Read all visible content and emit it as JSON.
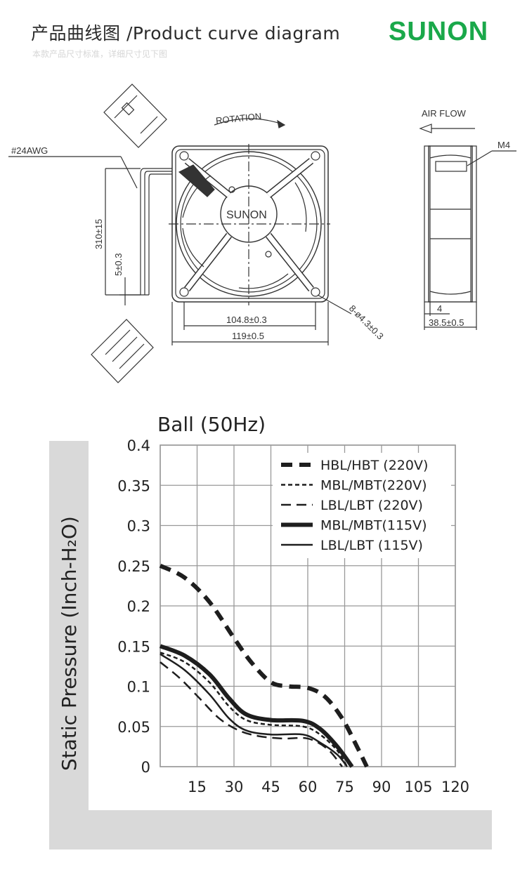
{
  "header": {
    "title": "产品曲线图 /Product curve diagram",
    "subtitle": "本款产品尺寸标准，详细尺寸见下图",
    "brand": "SUNON",
    "brand_color": "#1aa84a"
  },
  "drawing": {
    "rotation_label": "ROTATION",
    "airflow_label": "AIR FLOW",
    "wire_label": "#24AWG",
    "wire_length": "310±15",
    "strip_length": "5±0.3",
    "hole_pitch": "104.8±0.3",
    "frame_size": "119±0.5",
    "hole_spec": "8-ø4.3±0.3",
    "screw_label": "M4",
    "flange_thickness": "4",
    "depth": "38.5±0.5",
    "hub_logo": "SUNON"
  },
  "chart_data": {
    "type": "line",
    "title": "Ball (50Hz)",
    "xlabel": "",
    "ylabel": "Static Pressure (Inch-H₂O)",
    "xlim": [
      0,
      120
    ],
    "ylim": [
      0,
      0.4
    ],
    "x_ticks": [
      "15",
      "30",
      "45",
      "60",
      "75",
      "90",
      "105",
      "120"
    ],
    "y_ticks": [
      "0",
      "0.05",
      "0.1",
      "0.15",
      "0.2",
      "0.25",
      "0.3",
      "0.35",
      "0.4"
    ],
    "grid": true,
    "legend_position": "top-right",
    "series": [
      {
        "name": "HBL/HBT (220V)",
        "style": "heavy-dash",
        "points": [
          [
            0,
            0.25
          ],
          [
            10,
            0.235
          ],
          [
            20,
            0.205
          ],
          [
            30,
            0.16
          ],
          [
            37,
            0.13
          ],
          [
            45,
            0.105
          ],
          [
            52,
            0.1
          ],
          [
            60,
            0.098
          ],
          [
            67,
            0.087
          ],
          [
            74,
            0.06
          ],
          [
            80,
            0.025
          ],
          [
            84,
            0
          ]
        ]
      },
      {
        "name": "MBL/MBT(220V)",
        "style": "dotted",
        "points": [
          [
            0,
            0.142
          ],
          [
            10,
            0.13
          ],
          [
            20,
            0.105
          ],
          [
            28,
            0.075
          ],
          [
            35,
            0.058
          ],
          [
            45,
            0.052
          ],
          [
            58,
            0.05
          ],
          [
            65,
            0.04
          ],
          [
            72,
            0.02
          ],
          [
            76,
            0
          ]
        ]
      },
      {
        "name": "LBL/LBT  (220V)",
        "style": "dash",
        "points": [
          [
            0,
            0.13
          ],
          [
            8,
            0.11
          ],
          [
            16,
            0.085
          ],
          [
            24,
            0.06
          ],
          [
            32,
            0.045
          ],
          [
            40,
            0.038
          ],
          [
            50,
            0.035
          ],
          [
            60,
            0.035
          ],
          [
            68,
            0.022
          ],
          [
            74,
            0
          ]
        ]
      },
      {
        "name": "MBL/MBT(115V)",
        "style": "thick-solid",
        "points": [
          [
            0,
            0.15
          ],
          [
            10,
            0.138
          ],
          [
            20,
            0.115
          ],
          [
            28,
            0.085
          ],
          [
            35,
            0.065
          ],
          [
            45,
            0.058
          ],
          [
            58,
            0.057
          ],
          [
            65,
            0.047
          ],
          [
            72,
            0.025
          ],
          [
            78,
            0
          ]
        ]
      },
      {
        "name": "LBL/LBT  (115V)",
        "style": "solid",
        "points": [
          [
            0,
            0.14
          ],
          [
            10,
            0.12
          ],
          [
            20,
            0.09
          ],
          [
            28,
            0.06
          ],
          [
            35,
            0.045
          ],
          [
            45,
            0.04
          ],
          [
            58,
            0.04
          ],
          [
            65,
            0.03
          ],
          [
            72,
            0.015
          ],
          [
            76,
            0
          ]
        ]
      }
    ]
  }
}
